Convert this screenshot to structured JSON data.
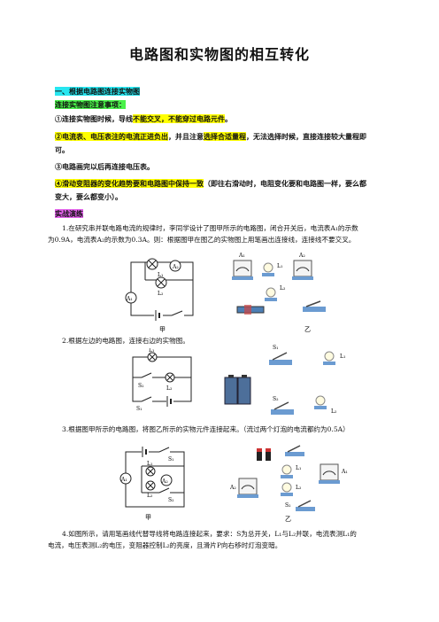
{
  "title": "电路图和实物图的相互转化",
  "section1": {
    "heading": "一、根据电路图连接实物图",
    "notes_heading": "连接实物图注意事项：",
    "note1_pre": "①连接实物图时候，导线",
    "note1_hl": "不能交叉，不能穿过电路元件",
    "note1_post": "。",
    "note2_hl1": "②电流表、电压表注的电流正进负出",
    "note2_mid": "，并且注意",
    "note2_hl2": "选择合适量程",
    "note2_post": "，无法选择时候，直接连接较大量程即",
    "note2_tail": "可。",
    "note3": "③电路画完以后再连接电压表。",
    "note4_hl": "④滑动变阻器的变化趋势要和电路图中保持一致",
    "note4_post": "（即往右滑动时，电阻变化要和电路图一样，要么都",
    "note4_tail": "变大，要么都变小）。",
    "practice": "实战演练"
  },
  "q1": {
    "text_a": "1.在研究串并联电路电流的规律时，李同学设计了图甲所示的电路图，闭合开关后，电流表A₁的示数",
    "text_b": "为0.9A，电流表A₂的示数为0.3A。则：根据图甲在图乙的实物图上用笔画出连接线，连接线不要交叉。",
    "label_jia": "甲",
    "label_yi": "乙",
    "A1": "A₁",
    "A2": "A₂",
    "L1": "L₁",
    "L2": "L₂"
  },
  "q2": {
    "text": "2.根据左边的电路图，连接右边的实物图。",
    "L1": "L₁",
    "L2": "L₂",
    "S1": "S₁",
    "S2": "S₂"
  },
  "q3": {
    "text": "3.根据图甲所示的电路图，将图乙所示的实物元件连接起来。（流过两个灯泡的电流都约为0.5A）",
    "label_jia": "甲",
    "label_yi": "乙",
    "A1": "A₁",
    "A2": "A₂",
    "L1": "L₁",
    "L2": "L₂",
    "S1": "S₁",
    "S2": "S₂"
  },
  "q4": {
    "text_a": "4.如图所示，请用笔画线代替导线将电路连接起来，要求：S为总开关，L₁与L₂并联，电流表测L₁的",
    "text_b": "电流，电压表测L₂的电压，变阻器控制L₂的亮度，且滑片P向右移时灯泡变暗。"
  }
}
